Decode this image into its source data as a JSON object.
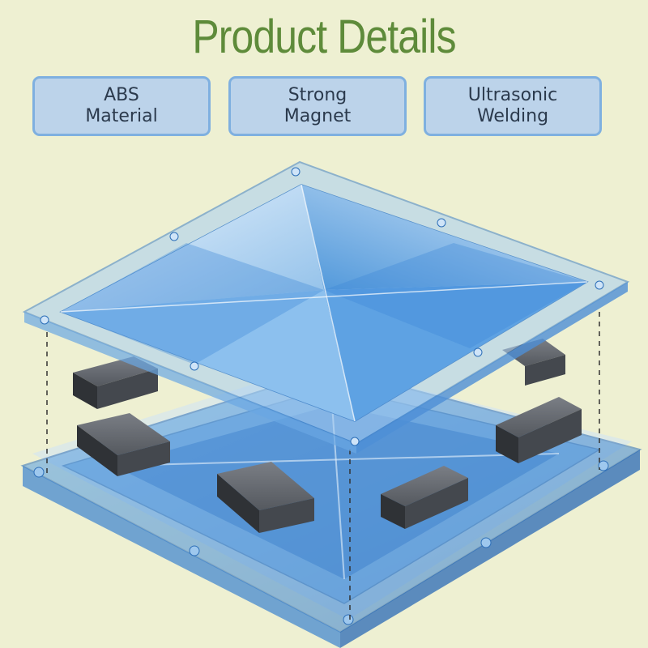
{
  "title": "Product Details",
  "features": [
    {
      "line1": "ABS",
      "line2": "Material"
    },
    {
      "line1": "Strong",
      "line2": "Magnet"
    },
    {
      "line1": "Ultrasonic",
      "line2": "Welding"
    }
  ],
  "colors": {
    "background": "#eef0d2",
    "title": "#5e8b3a",
    "badge_fill": "#bcd3ea",
    "badge_border": "#7fb0e0",
    "tile_blue": "#3f86d4",
    "magnet": "#3a3d42"
  }
}
